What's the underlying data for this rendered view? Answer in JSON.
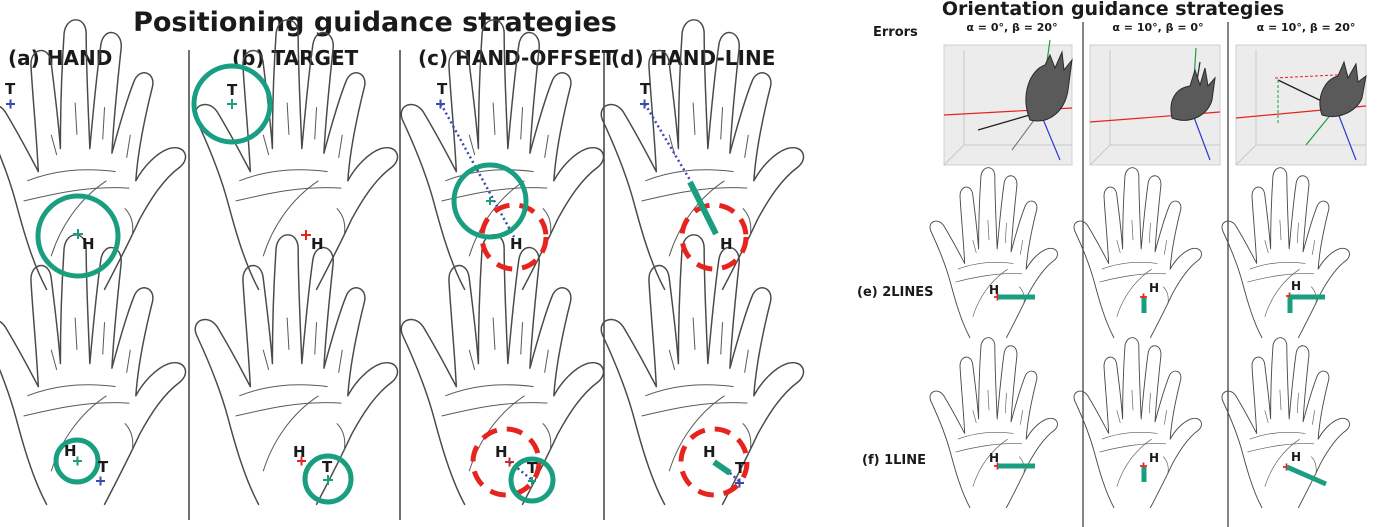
{
  "positioning": {
    "title": "Positioning guidance strategies",
    "columns": [
      {
        "label": "(a) HAND"
      },
      {
        "label": "(b) TARGET"
      },
      {
        "label": "(c) HAND-OFFSET"
      },
      {
        "label": "(d) HAND-LINE"
      }
    ]
  },
  "orientation": {
    "title": "Orientation guidance strategies",
    "errors_label": "Errors",
    "angles": [
      "α = 0°, β = 20°",
      "α = 10°, β = 0°",
      "α = 10°, β = 20°"
    ],
    "rows": [
      {
        "label": "(e) 2LINES"
      },
      {
        "label": "(f) 1LINE"
      }
    ]
  },
  "markers": {
    "hand": "H",
    "target": "T"
  },
  "colors": {
    "guide": "#1a9e80",
    "offset": "#e8231e",
    "target_cross": "#3a4bb0",
    "hand_cross": "#e8231e"
  }
}
